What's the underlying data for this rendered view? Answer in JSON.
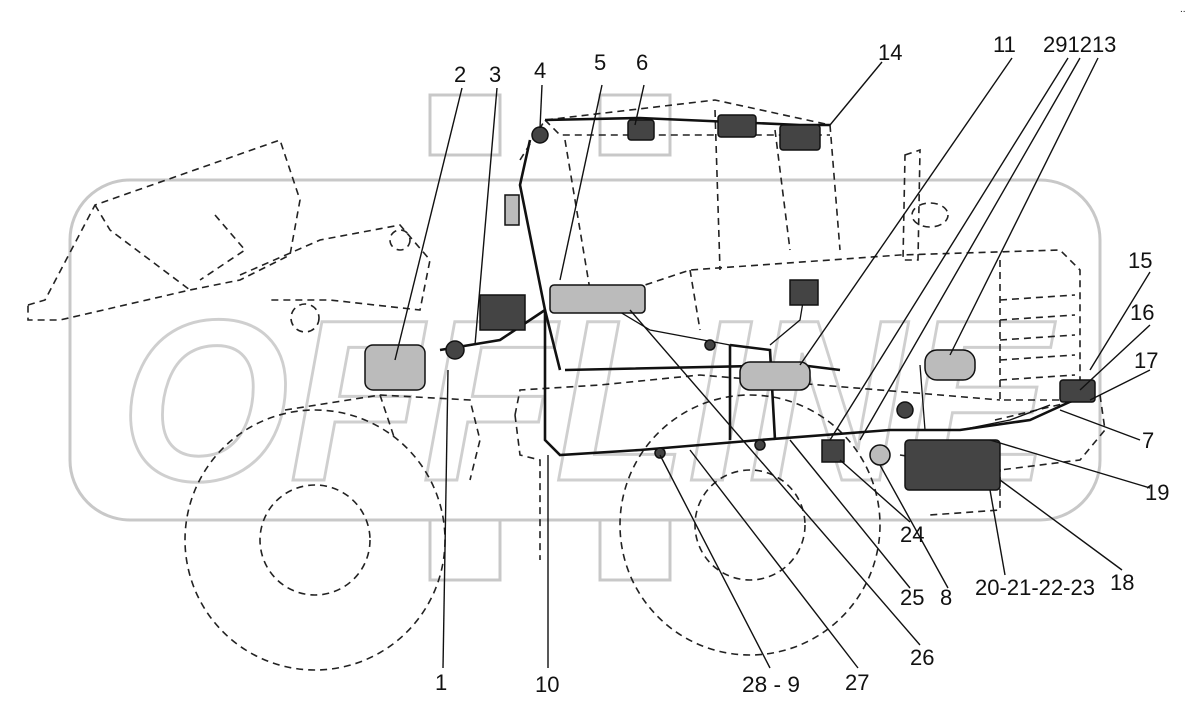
{
  "diagram": {
    "watermark_text": "OFFLINE",
    "corner_mark": "..",
    "callouts": [
      {
        "id": "c1",
        "text": "1"
      },
      {
        "id": "c2",
        "text": "2"
      },
      {
        "id": "c3",
        "text": "3"
      },
      {
        "id": "c4",
        "text": "4"
      },
      {
        "id": "c5",
        "text": "5"
      },
      {
        "id": "c6",
        "text": "6"
      },
      {
        "id": "c10",
        "text": "10"
      },
      {
        "id": "c11",
        "text": "11"
      },
      {
        "id": "c291213",
        "text": "291213"
      },
      {
        "id": "c14",
        "text": "14"
      },
      {
        "id": "c15",
        "text": "15"
      },
      {
        "id": "c16",
        "text": "16"
      },
      {
        "id": "c17",
        "text": "17"
      },
      {
        "id": "c7",
        "text": "7"
      },
      {
        "id": "c19",
        "text": "19"
      },
      {
        "id": "c18",
        "text": "18"
      },
      {
        "id": "c24",
        "text": "24"
      },
      {
        "id": "c25",
        "text": "25"
      },
      {
        "id": "c8",
        "text": "8"
      },
      {
        "id": "c20",
        "text": "20-21-22-23"
      },
      {
        "id": "c26",
        "text": "26"
      },
      {
        "id": "c27",
        "text": "27"
      },
      {
        "id": "c28",
        "text": "28 - 9"
      }
    ]
  }
}
